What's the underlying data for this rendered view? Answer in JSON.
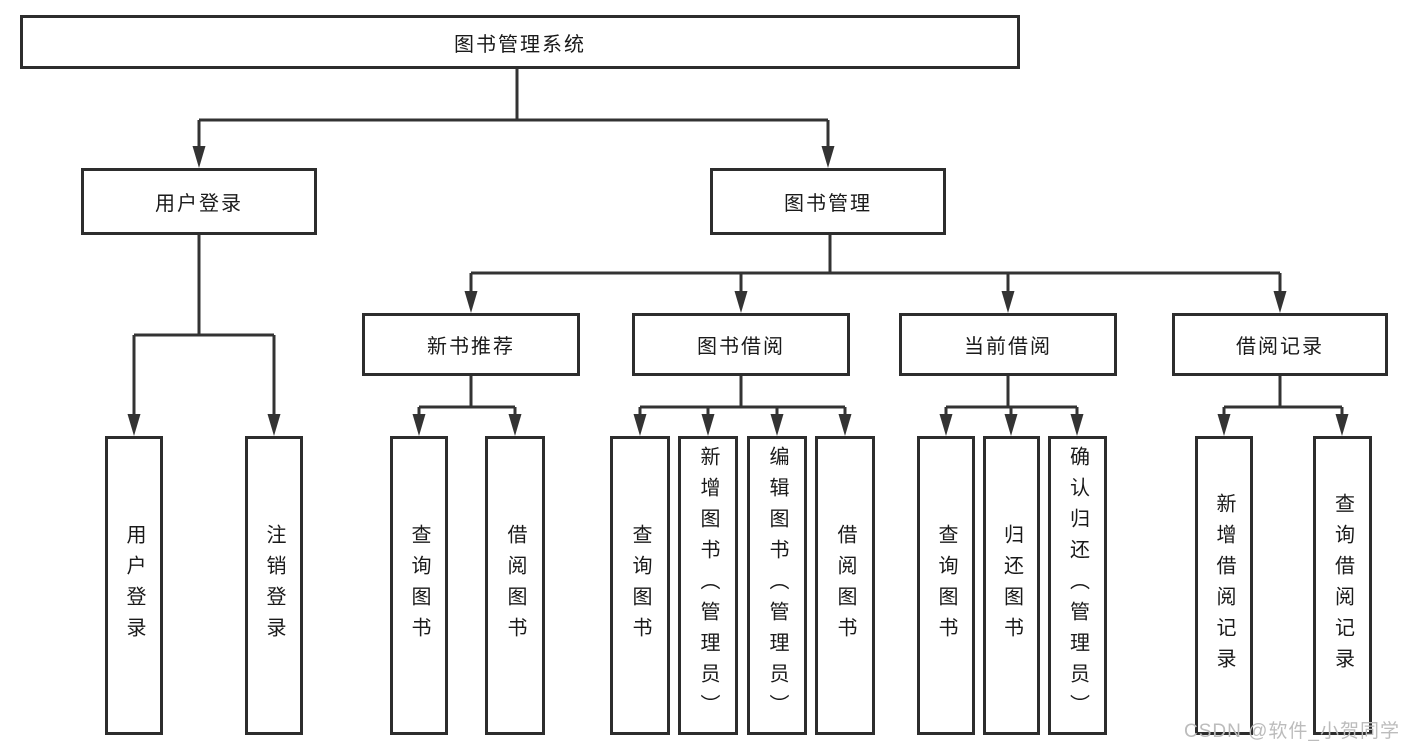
{
  "diagram": {
    "root": {
      "label": "图书管理系统"
    },
    "level2": [
      {
        "label": "用户登录"
      },
      {
        "label": "图书管理"
      }
    ],
    "level3": [
      {
        "label": "新书推荐"
      },
      {
        "label": "图书借阅"
      },
      {
        "label": "当前借阅"
      },
      {
        "label": "借阅记录"
      }
    ],
    "leaves": [
      {
        "label": "用户登录"
      },
      {
        "label": "注销登录"
      },
      {
        "label": "查询图书"
      },
      {
        "label": "借阅图书"
      },
      {
        "label": "查询图书"
      },
      {
        "label": "新增图书（管理员）"
      },
      {
        "label": "编辑图书（管理员）"
      },
      {
        "label": "借阅图书"
      },
      {
        "label": "查询图书"
      },
      {
        "label": "归还图书"
      },
      {
        "label": "确认归还（管理员）"
      },
      {
        "label": "新增借阅记录"
      },
      {
        "label": "查询借阅记录"
      }
    ]
  },
  "watermark": {
    "text": "CSDN @软件_小贺同学"
  },
  "colors": {
    "line": "#333333",
    "box_border": "#2d2d2d",
    "text": "#1a1a1a",
    "watermark": "#bcbcbc",
    "background": "#ffffff"
  }
}
